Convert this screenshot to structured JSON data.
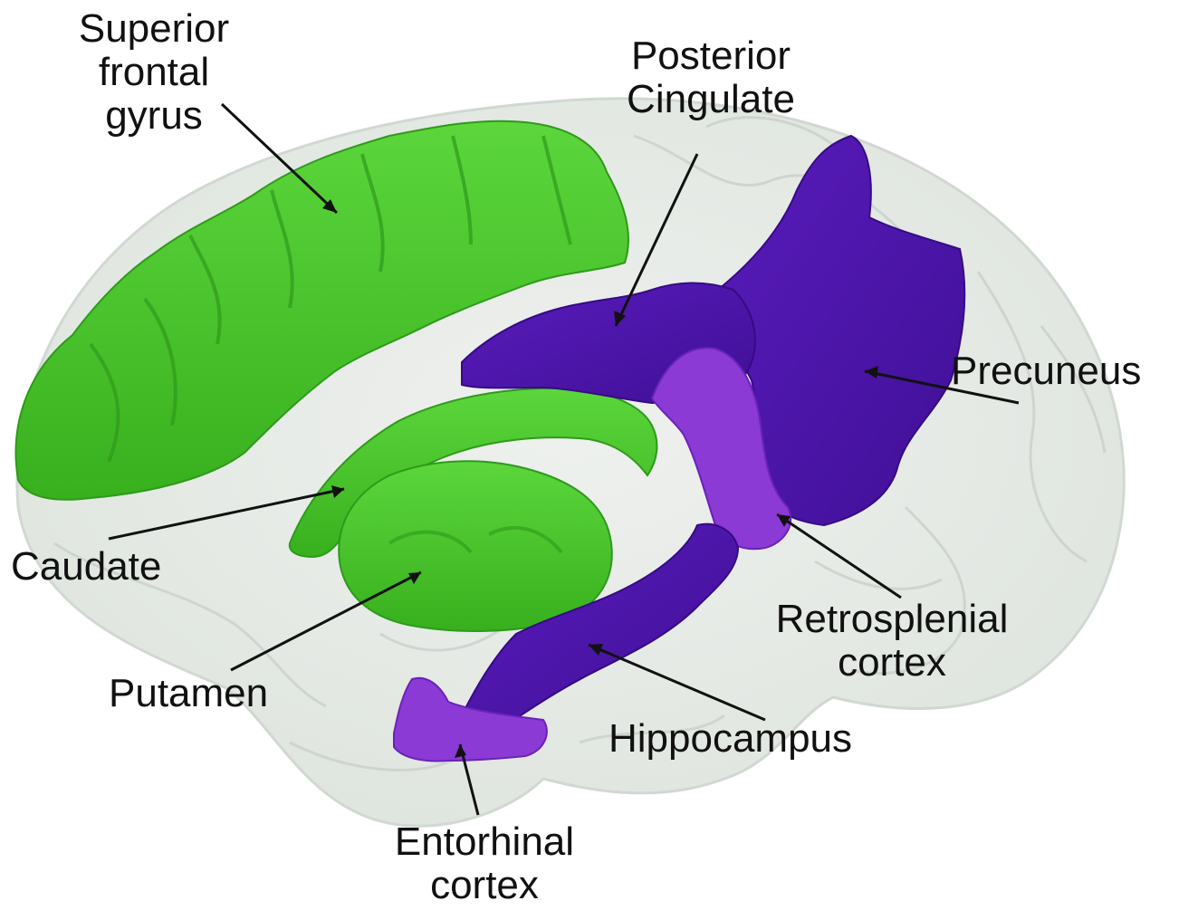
{
  "labels": {
    "superior_frontal_gyrus": [
      "Superior",
      "frontal",
      "gyrus"
    ],
    "posterior_cingulate": [
      "Posterior",
      "Cingulate"
    ],
    "precuneus": [
      "Precuneus"
    ],
    "caudate": [
      "Caudate"
    ],
    "putamen": [
      "Putamen"
    ],
    "retrosplenial_cortex": [
      "Retrosplenial",
      "cortex"
    ],
    "hippocampus": [
      "Hippocampus"
    ],
    "entorhinal_cortex": [
      "Entorhinal",
      "cortex"
    ]
  },
  "colors": {
    "green_region": "#46c62a",
    "green_dark": "#2e9a1a",
    "purple_dark": "#4a12a8",
    "purple_light": "#8b3ad6",
    "brain_shell": "#e3e8e3",
    "label_text": "#111111"
  }
}
